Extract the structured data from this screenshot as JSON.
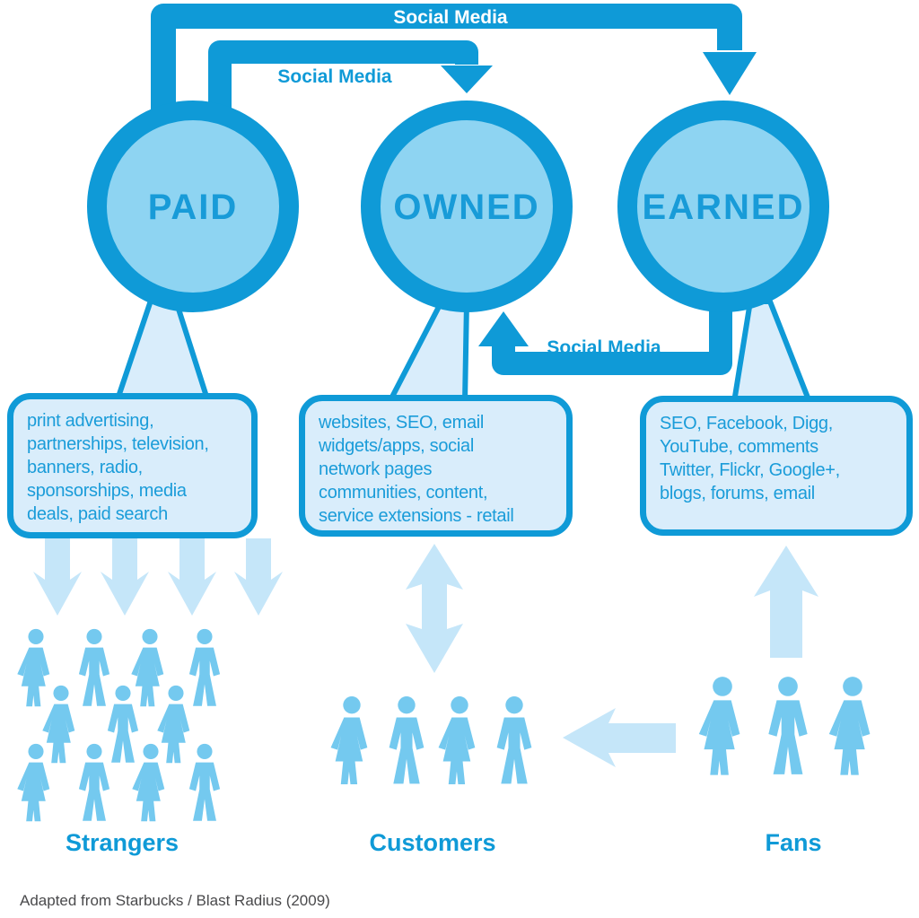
{
  "top_arrows": {
    "outer_label": "Social Media",
    "inner_label": "Social Media",
    "return_label": "Social Media"
  },
  "circles": [
    {
      "label": "PAID"
    },
    {
      "label": "OWNED"
    },
    {
      "label": "EARNED"
    }
  ],
  "boxes": [
    {
      "text": "print advertising,\npartnerships, television,\nbanners, radio,\nsponsorships, media\ndeals, paid search"
    },
    {
      "text": "websites, SEO, email\nwidgets/apps, social\nnetwork pages\ncommunities, content,\nservice extensions - retail"
    },
    {
      "text": "SEO, Facebook, Digg,\nYouTube, comments\nTwitter, Flickr, Google+,\nblogs, forums, email"
    }
  ],
  "groups": [
    {
      "label": "Strangers",
      "rows": [
        [
          "W",
          "M",
          "W",
          "M"
        ],
        [
          "W",
          "M",
          "W"
        ],
        [
          "W",
          "M",
          "W",
          "M"
        ]
      ]
    },
    {
      "label": "Customers",
      "rows": [
        [
          "W",
          "M",
          "W",
          "M"
        ]
      ]
    },
    {
      "label": "Fans",
      "rows": [
        [
          "W",
          "M",
          "W"
        ]
      ]
    }
  ],
  "footer": "Adapted from Starbucks / Blast Radius (2009)",
  "colors": {
    "primary": "#0f9ad7",
    "circleFill": "#8ed4f2",
    "circleText": "#189bd8",
    "boxFill": "#d9edfb",
    "boxText": "#1a9cd9",
    "lightArrow": "#c5e6f9",
    "people": "#74c9ef",
    "labelBlue": "#0f9ad7",
    "footerGrey": "#4a4a4c"
  }
}
